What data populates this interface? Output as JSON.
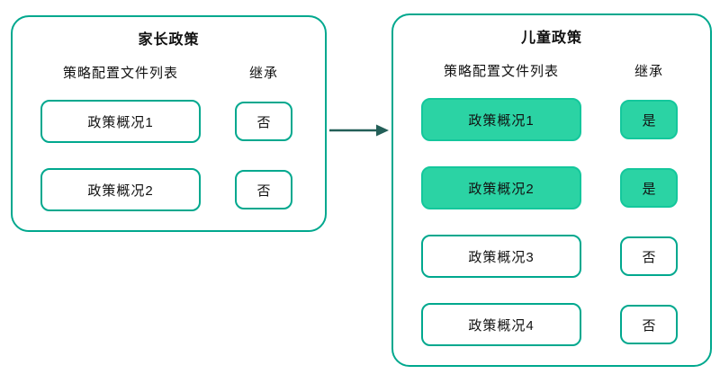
{
  "colors": {
    "accent": "#00a88e",
    "fill": "#2bd3a4",
    "fill_border": "#14c79c",
    "arrow": "#235f58",
    "text": "#111111",
    "background": "#ffffff"
  },
  "parent_policy": {
    "title": "家长政策",
    "columns": {
      "profiles": "策略配置文件列表",
      "inheritance": "继承"
    },
    "rows": [
      {
        "profile": "政策概况1",
        "inherited": "否",
        "highlighted": false
      },
      {
        "profile": "政策概况2",
        "inherited": "否",
        "highlighted": false
      }
    ]
  },
  "child_policy": {
    "title": "儿童政策",
    "columns": {
      "profiles": "策略配置文件列表",
      "inheritance": "继承"
    },
    "rows": [
      {
        "profile": "政策概况1",
        "inherited": "是",
        "highlighted": true
      },
      {
        "profile": "政策概况2",
        "inherited": "是",
        "highlighted": true
      },
      {
        "profile": "政策概况3",
        "inherited": "否",
        "highlighted": false
      },
      {
        "profile": "政策概况4",
        "inherited": "否",
        "highlighted": false
      }
    ]
  }
}
